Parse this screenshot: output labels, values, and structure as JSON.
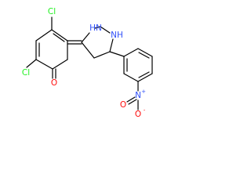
{
  "molecule": {
    "atoms": {
      "cl_top": {
        "text": "Cl",
        "color": "#1ff01f"
      },
      "cl_left": {
        "text": "Cl",
        "color": "#1ff01f"
      },
      "o_carbonyl": {
        "text": "O",
        "color": "#ff0d0d"
      },
      "n_h_1": {
        "text": "HN",
        "color": "#3050f8"
      },
      "n_h_2": {
        "text": "NH",
        "color": "#3050f8"
      },
      "n_nitro": {
        "text": "N",
        "color": "#3050f8"
      },
      "n_nitro_charge": "+",
      "o_nitro_top": {
        "text": "O",
        "color": "#ff0d0d"
      },
      "o_nitro_minus": {
        "text": "O",
        "color": "#ff0d0d"
      },
      "o_nitro_charge": "-"
    }
  }
}
